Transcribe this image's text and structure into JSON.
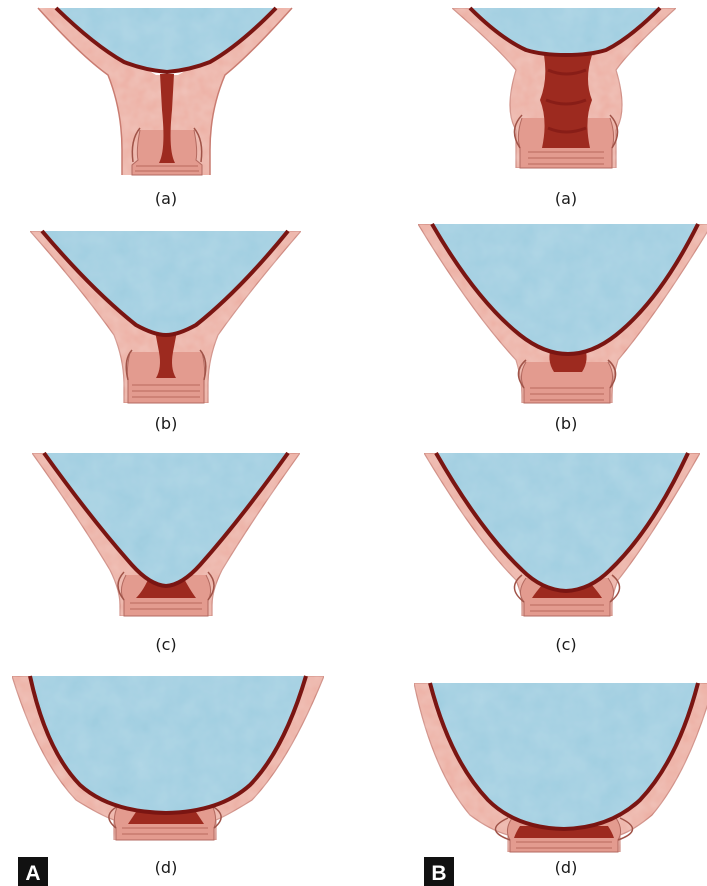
{
  "figure": {
    "columns": [
      {
        "panel_label": "A",
        "diagrams": [
          {
            "caption": "(a)"
          },
          {
            "caption": "(b)"
          },
          {
            "caption": "(c)"
          },
          {
            "caption": "(d)"
          }
        ]
      },
      {
        "panel_label": "B",
        "diagrams": [
          {
            "caption": "(a)"
          },
          {
            "caption": "(b)"
          },
          {
            "caption": "(c)"
          },
          {
            "caption": "(d)"
          }
        ]
      }
    ]
  },
  "colors": {
    "fluid": "#9fcde0",
    "tissue": "#ecaea2",
    "tissue_dark": "#c97c71",
    "lining": "#7a1512",
    "canal": "#9d2a1f",
    "background": "#ffffff",
    "label_box": "#111111"
  }
}
